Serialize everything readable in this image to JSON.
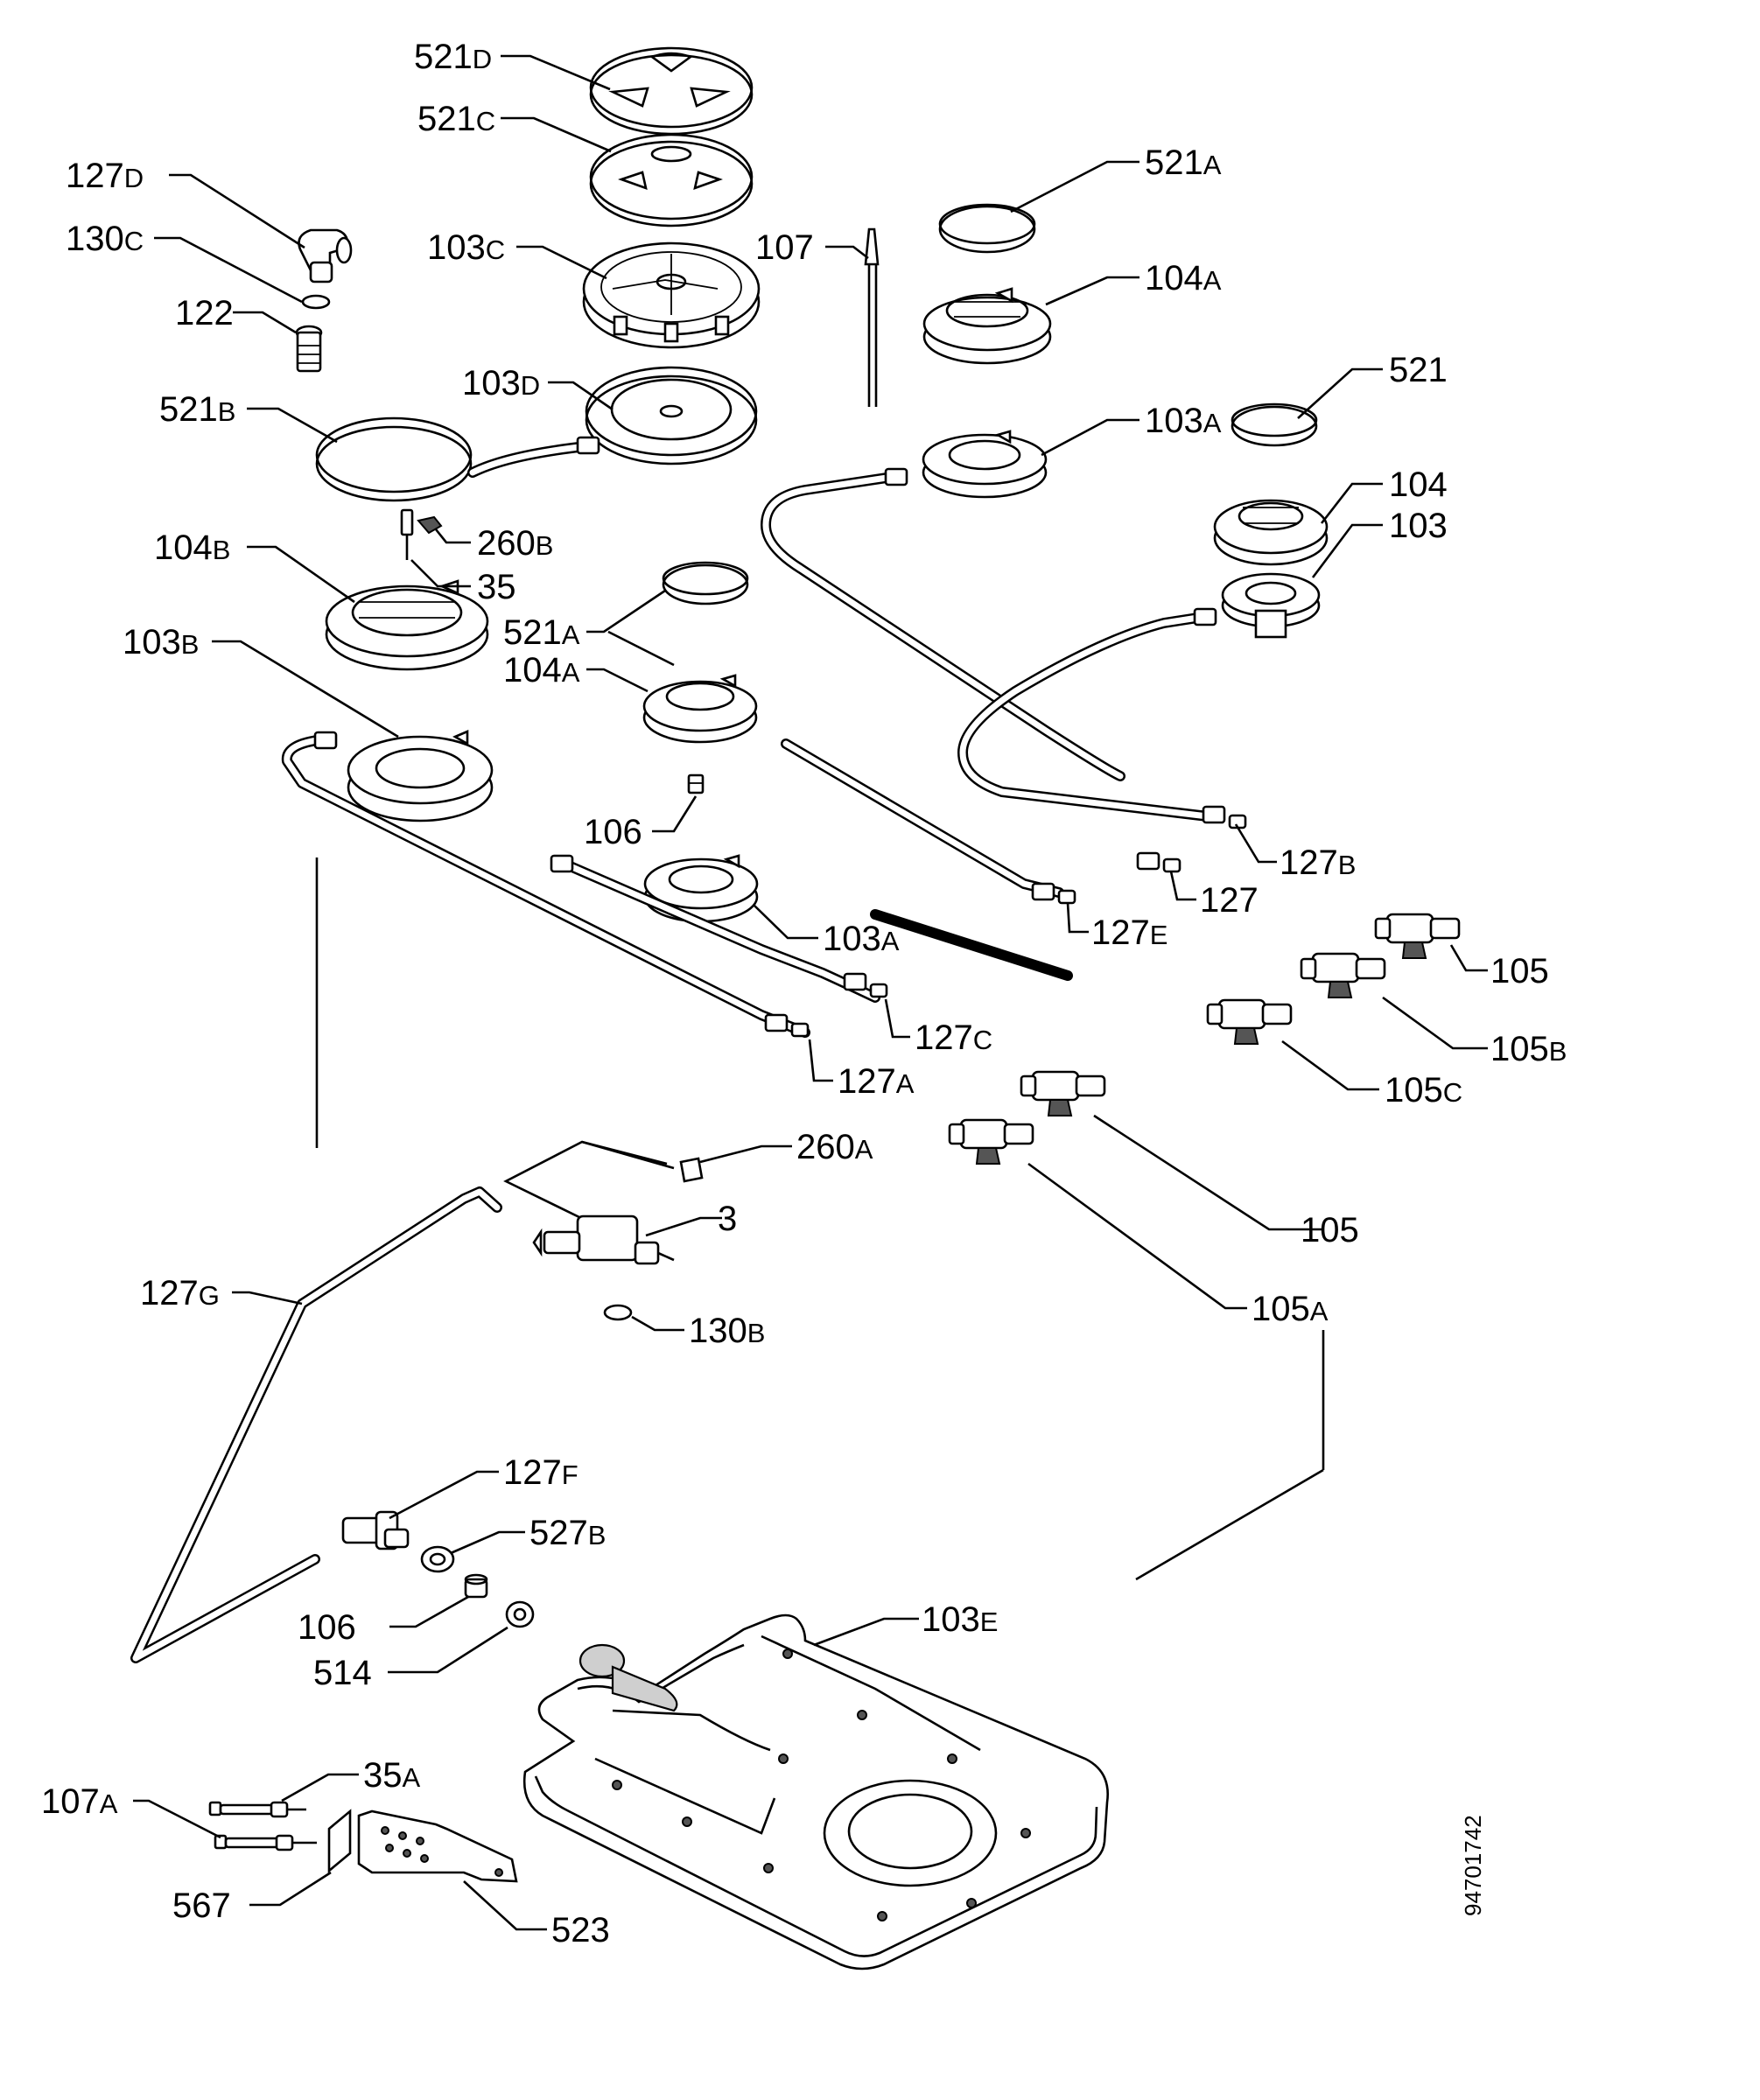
{
  "diagram": {
    "code": "94701742",
    "labels": {
      "l521d": {
        "main": "521",
        "suffix": "D"
      },
      "l521c": {
        "main": "521",
        "suffix": "C"
      },
      "l127d": {
        "main": "127",
        "suffix": "D"
      },
      "l130c": {
        "main": "130",
        "suffix": "C"
      },
      "l122": {
        "main": "122",
        "suffix": ""
      },
      "l103c": {
        "main": "103",
        "suffix": "C"
      },
      "l107": {
        "main": "107",
        "suffix": ""
      },
      "l521a_top": {
        "main": "521",
        "suffix": "A"
      },
      "l104a_top": {
        "main": "104",
        "suffix": "A"
      },
      "l103d": {
        "main": "103",
        "suffix": "D"
      },
      "l521b": {
        "main": "521",
        "suffix": "B"
      },
      "l521": {
        "main": "521",
        "suffix": ""
      },
      "l103a_top": {
        "main": "103",
        "suffix": "A"
      },
      "l104": {
        "main": "104",
        "suffix": ""
      },
      "l103": {
        "main": "103",
        "suffix": ""
      },
      "l260b": {
        "main": "260",
        "suffix": "B"
      },
      "l104b": {
        "main": "104",
        "suffix": "B"
      },
      "l35": {
        "main": "35",
        "suffix": ""
      },
      "l521a_mid": {
        "main": "521",
        "suffix": "A"
      },
      "l104a_mid": {
        "main": "104",
        "suffix": "A"
      },
      "l103b": {
        "main": "103",
        "suffix": "B"
      },
      "l106_top": {
        "main": "106",
        "suffix": ""
      },
      "l127b": {
        "main": "127",
        "suffix": "B"
      },
      "l127": {
        "main": "127",
        "suffix": ""
      },
      "l127e": {
        "main": "127",
        "suffix": "E"
      },
      "l103a_mid": {
        "main": "103",
        "suffix": "A"
      },
      "l105_top": {
        "main": "105",
        "suffix": ""
      },
      "l127c": {
        "main": "127",
        "suffix": "C"
      },
      "l105b": {
        "main": "105",
        "suffix": "B"
      },
      "l127a": {
        "main": "127",
        "suffix": "A"
      },
      "l105c": {
        "main": "105",
        "suffix": "C"
      },
      "l260a": {
        "main": "260",
        "suffix": "A"
      },
      "l3": {
        "main": "3",
        "suffix": ""
      },
      "l105_mid": {
        "main": "105",
        "suffix": ""
      },
      "l127g": {
        "main": "127",
        "suffix": "G"
      },
      "l105a": {
        "main": "105",
        "suffix": "A"
      },
      "l130b": {
        "main": "130",
        "suffix": "B"
      },
      "l127f": {
        "main": "127",
        "suffix": "F"
      },
      "l527b": {
        "main": "527",
        "suffix": "B"
      },
      "l106_bot": {
        "main": "106",
        "suffix": ""
      },
      "l103e": {
        "main": "103",
        "suffix": "E"
      },
      "l514": {
        "main": "514",
        "suffix": ""
      },
      "l35a": {
        "main": "35",
        "suffix": "A"
      },
      "l107a": {
        "main": "107",
        "suffix": "A"
      },
      "l567": {
        "main": "567",
        "suffix": ""
      },
      "l523": {
        "main": "523",
        "suffix": ""
      }
    }
  }
}
